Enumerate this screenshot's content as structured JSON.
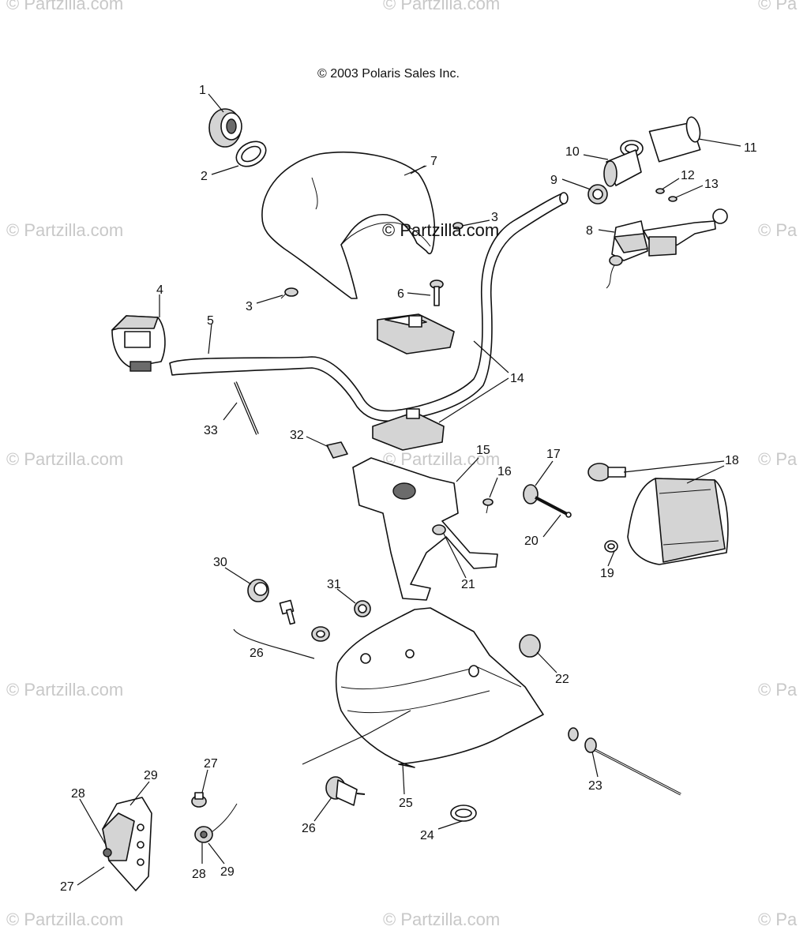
{
  "copyright": "© 2003 Polaris Sales Inc.",
  "watermark_center": "© Partzilla.com",
  "watermarks": {
    "full": "© Partzilla.com",
    "partial": "© Pa"
  },
  "callouts": {
    "n1": "1",
    "n2": "2",
    "n3a": "3",
    "n3b": "3",
    "n4": "4",
    "n5": "5",
    "n6": "6",
    "n7": "7",
    "n8": "8",
    "n9": "9",
    "n10": "10",
    "n11": "11",
    "n12": "12",
    "n13": "13",
    "n14": "14",
    "n15": "15",
    "n16": "16",
    "n17": "17",
    "n18": "18",
    "n19": "19",
    "n20": "20",
    "n21": "21",
    "n22": "22",
    "n23": "23",
    "n24": "24",
    "n25": "25",
    "n26a": "26",
    "n26b": "26",
    "n27a": "27",
    "n27b": "27",
    "n28a": "28",
    "n28b": "28",
    "n29a": "29",
    "n29b": "29",
    "n30": "30",
    "n31": "31",
    "n32": "32",
    "n33": "33"
  }
}
